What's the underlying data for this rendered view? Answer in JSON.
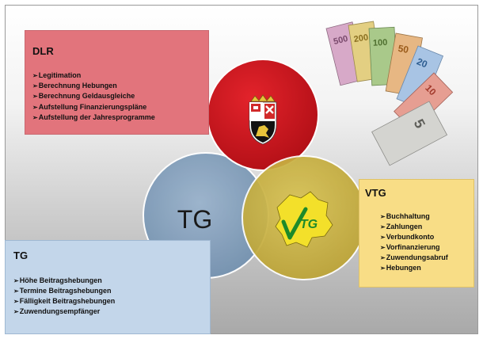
{
  "dlr": {
    "title": "DLR",
    "items": [
      "Legitimation",
      "Berechnung Hebungen",
      "Berechnung Geldausgleiche",
      "Aufstellung Finanzierungspläne",
      "Aufstellung der Jahresprogramme"
    ]
  },
  "tg_box": {
    "title": "TG",
    "items": [
      "Höhe Beitragshebungen",
      "Termine Beitragshebungen",
      "Fälligkeit Beitragshebungen",
      "Zuwendungsempfänger"
    ]
  },
  "vtg_box": {
    "title": "VTG",
    "items": [
      "Buchhaltung",
      "Zahlungen",
      "Verbundkonto",
      "Vorfinanzierung",
      "Zuwendungsabruf",
      "Hebungen"
    ]
  },
  "center_circle": {
    "label": "TG"
  },
  "vtg_logo": {
    "text": "TG"
  },
  "banknotes": {
    "denominations": [
      "500",
      "200",
      "100",
      "50",
      "20",
      "10",
      "5"
    ]
  },
  "colors": {
    "dlr_circle": "#c8141c",
    "tg_circle": "#7f9bb8",
    "vtg_circle": "#cbb443",
    "dlr_box": "#e2747c",
    "tg_box": "#c3d6ea",
    "vtg_box": "#f8dd86"
  }
}
